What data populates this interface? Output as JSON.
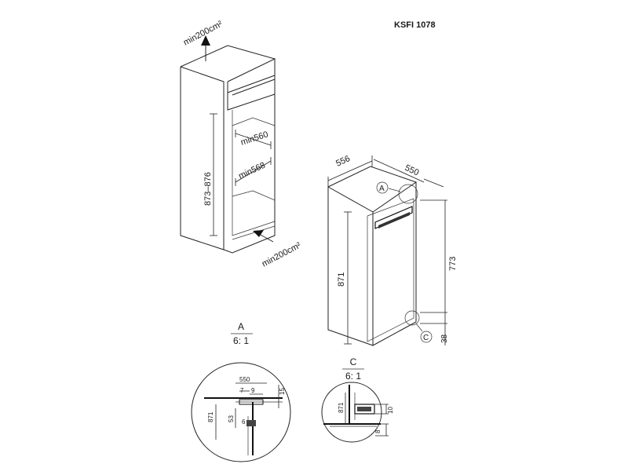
{
  "model": "KSFI 1078",
  "niche": {
    "vent_top": "min200cm²",
    "vent_bottom": "min200cm²",
    "depth_top": "min560",
    "width_inner": "min568",
    "height_range": "873–876"
  },
  "appliance": {
    "width": "556",
    "depth": "550",
    "height": "871",
    "door_height": "773",
    "bottom_gap": "38",
    "detail_a_marker": "A",
    "detail_c_marker": "C"
  },
  "detail_a": {
    "label": "A",
    "scale": "6: 1",
    "dim_550": "550",
    "dim_7": "7",
    "dim_9": "9",
    "dim_15": "15",
    "dim_871": "871",
    "dim_53": "53",
    "dim_6": "6"
  },
  "detail_c": {
    "label": "C",
    "scale": "6: 1",
    "dim_871": "871",
    "dim_10": "10",
    "dim_8": "8"
  }
}
